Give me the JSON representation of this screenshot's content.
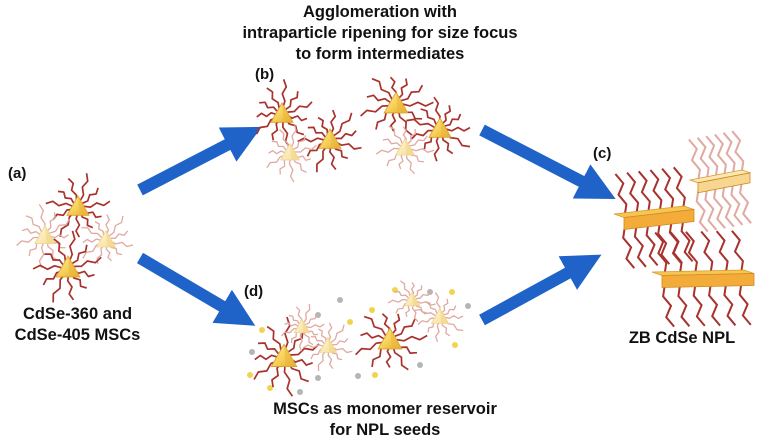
{
  "title_lines": "Agglomeration with\nintraparticle ripening for size focus\nto form intermediates",
  "panels": {
    "a": "(a)",
    "b": "(b)",
    "c": "(c)",
    "d": "(d)"
  },
  "label_a": "CdSe-360 and\nCdSe-405 MSCs",
  "label_c": "ZB CdSe NPL",
  "label_d": "MSCs as monomer reservoir\nfor NPL seeds",
  "colors": {
    "arrow": "#1f63c9",
    "ligand": "#a8322d",
    "ligand_faded": "#e0a9a2",
    "cluster_light": "#fbe38a",
    "cluster_dark": "#e9b73a",
    "plate_top": "#f6c552",
    "plate_front": "#f3ab3a",
    "monomer_yellow": "#f2d34f",
    "monomer_gray": "#b5b5b5"
  }
}
